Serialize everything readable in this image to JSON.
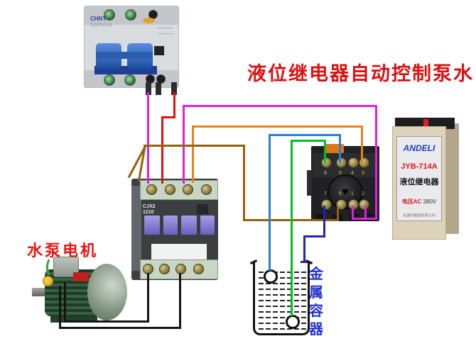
{
  "title": {
    "text": "液位继电器自动控制泵水",
    "color": "#dd1111"
  },
  "breaker": {
    "brand": "CHNT",
    "model": "DZ47LE-32"
  },
  "contactor": {
    "model_line1": "CJX2",
    "model_line2": "1210"
  },
  "relay_socket": {
    "top_terminals": [
      "8",
      "5",
      "4",
      "3"
    ],
    "bottom_terminals": [
      "7",
      "6",
      "1",
      "2"
    ]
  },
  "level_relay": {
    "brand": "ANDELI",
    "model": "JYB-714A",
    "device_name": "液位继电器",
    "voltage_label": "电压AC",
    "voltage_value": "380V",
    "company": "安德利集团有限公司"
  },
  "motor_label": {
    "text": "水泵电机"
  },
  "container_label": {
    "chars": [
      "金",
      "属",
      "容",
      "器"
    ]
  },
  "wire_colors": {
    "magenta": "#dd22dd",
    "red": "#e01111",
    "orange": "#e8821e",
    "brown": "#96600c",
    "blue": "#2b7fd0",
    "green": "#00c020",
    "navy": "#2222bb",
    "black": "#141414"
  }
}
